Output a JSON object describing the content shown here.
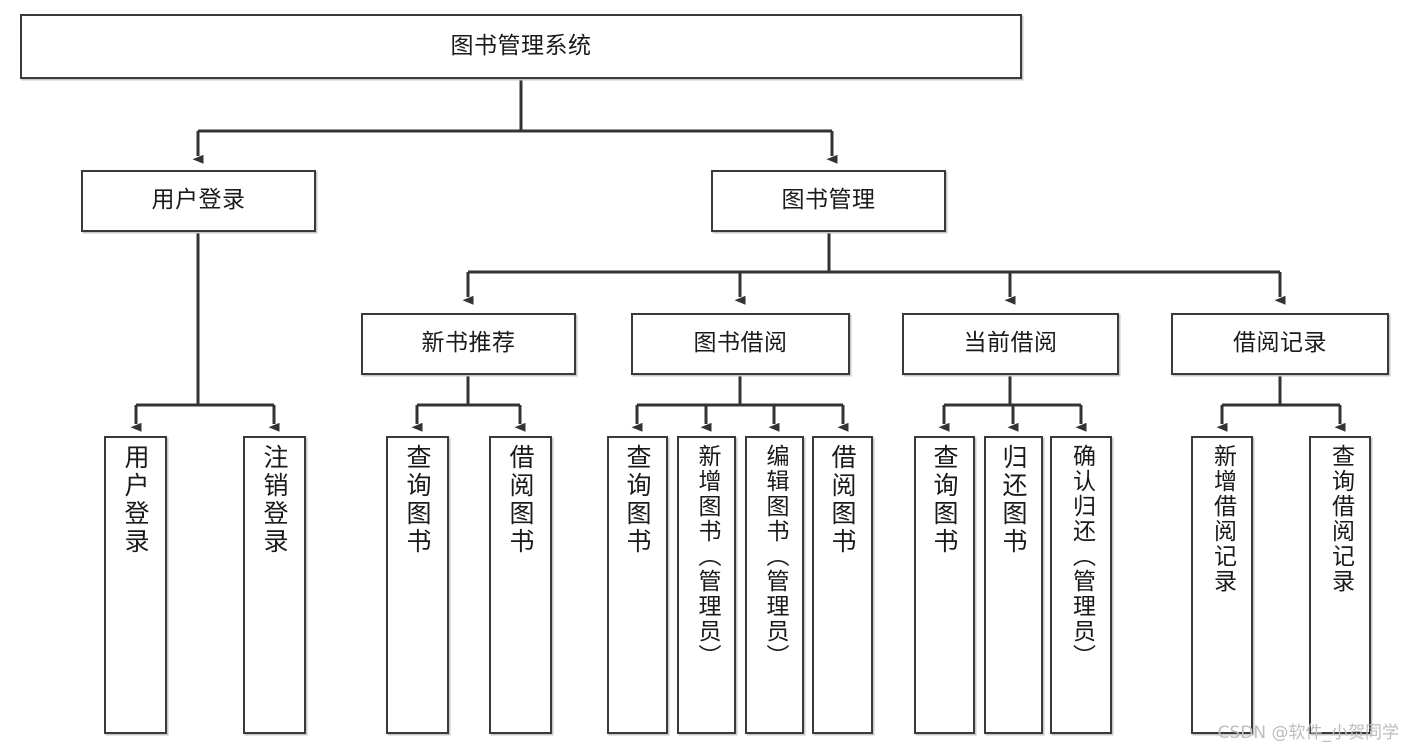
{
  "diagram": {
    "title": "图书管理系统",
    "type": "hierarchy-tree",
    "watermark": "CSDN @软件_小贺同学",
    "colors": {
      "box_border": "#3a3a3a",
      "box_fill": "#ffffff",
      "edge": "#333333",
      "text": "#1a1a1a",
      "watermark": "#bdbdbd"
    },
    "nodes": {
      "root": {
        "label": "图书管理系统"
      },
      "level2": [
        {
          "id": "user-login",
          "label": "用户登录"
        },
        {
          "id": "book-manage",
          "label": "图书管理"
        }
      ],
      "level3": [
        {
          "id": "new-book-recommend",
          "label": "新书推荐"
        },
        {
          "id": "book-borrow",
          "label": "图书借阅"
        },
        {
          "id": "current-borrow",
          "label": "当前借阅"
        },
        {
          "id": "borrow-record",
          "label": "借阅记录"
        }
      ],
      "leaves": {
        "user_login": [
          {
            "id": "leaf-user-login",
            "label": "用户登录"
          },
          {
            "id": "leaf-logout-login",
            "label": "注销登录"
          }
        ],
        "new_book_recommend": [
          {
            "id": "leaf-query-book-1",
            "label": "查询图书"
          },
          {
            "id": "leaf-borrow-book-1",
            "label": "借阅图书"
          }
        ],
        "book_borrow": [
          {
            "id": "leaf-query-book-2",
            "label": "查询图书"
          },
          {
            "id": "leaf-add-book",
            "label": "新增图书（管理员）"
          },
          {
            "id": "leaf-edit-book",
            "label": "编辑图书（管理员）"
          },
          {
            "id": "leaf-borrow-book-2",
            "label": "借阅图书"
          }
        ],
        "current_borrow": [
          {
            "id": "leaf-query-book-3",
            "label": "查询图书"
          },
          {
            "id": "leaf-return-book",
            "label": "归还图书"
          },
          {
            "id": "leaf-confirm-return",
            "label": "确认归还（管理员）"
          }
        ],
        "borrow_record": [
          {
            "id": "leaf-add-borrow-record",
            "label": "新增借阅记录"
          },
          {
            "id": "leaf-query-borrow-record",
            "label": "查询借阅记录"
          }
        ]
      }
    }
  }
}
